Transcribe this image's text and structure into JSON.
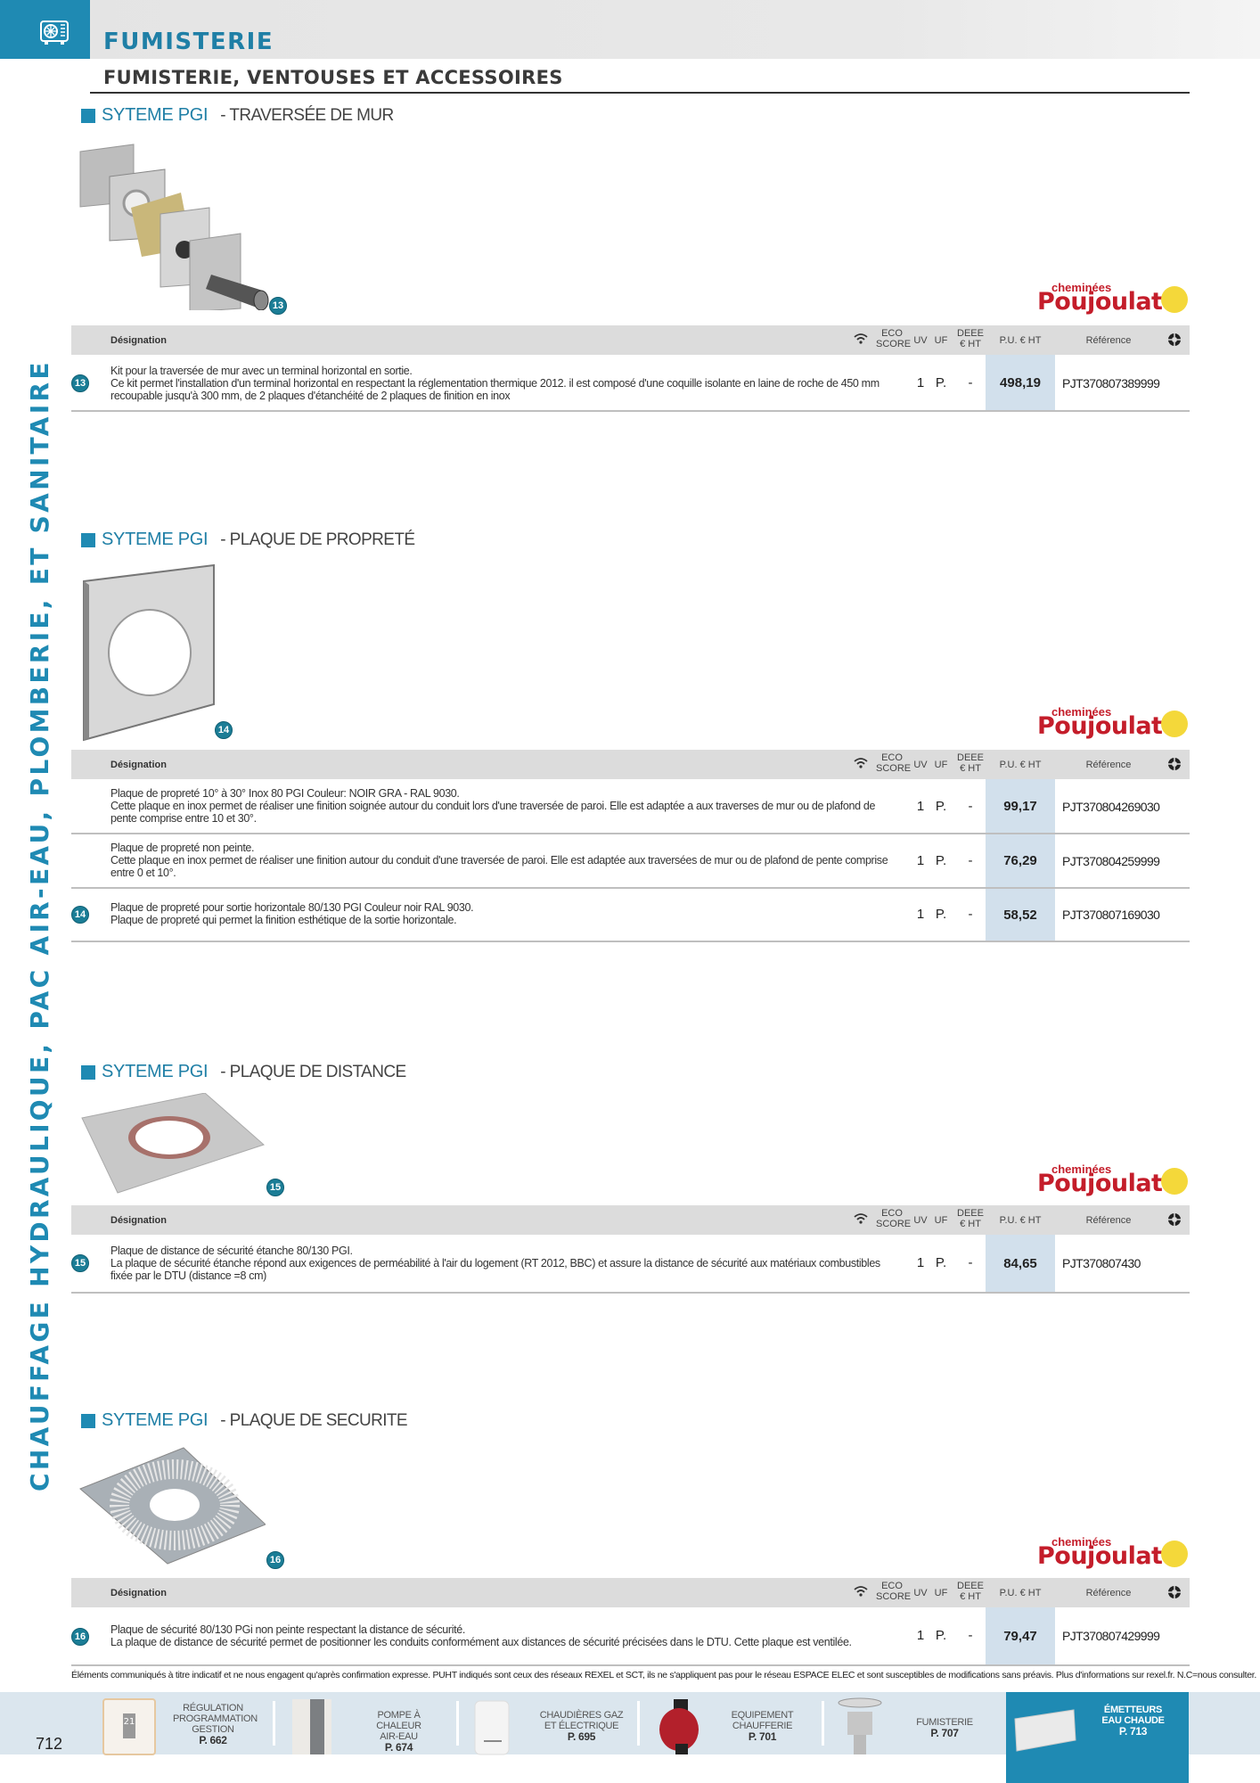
{
  "header": {
    "category": "FUMISTERIE",
    "subtitle": "FUMISTERIE, VENTOUSES ET ACCESSOIRES",
    "icon": "heat-pump-unit-icon"
  },
  "side_title": "CHAUFFAGE HYDRAULIQUE, PAC AIR-EAU, PLOMBERIE, ET SANITAIRE",
  "table_headers": {
    "designation": "Désignation",
    "eco_score_1": "ECO",
    "eco_score_2": "SCORE",
    "uv": "UV",
    "uf": "UF",
    "deee_1": "DEEE",
    "deee_2": "€ HT",
    "pu": "P.U. € HT",
    "reference": "Référence",
    "icons": [
      "wifi-icon",
      "recycle-icon"
    ]
  },
  "brand": {
    "small": "cheminées",
    "big": "Poujoulat"
  },
  "sections": [
    {
      "system": "SYTEME PGI",
      "name": "- TRAVERSÉE DE MUR",
      "badge": "13",
      "rows": [
        {
          "badge": "13",
          "lines": [
            "Kit pour la traversée de mur avec un terminal horizontal en sortie.",
            "Ce kit permet l'installation d'un terminal horizontal en respectant la réglementation thermique 2012. il est composé d'une coquille isolante en laine de roche de 450 mm",
            "recoupable jusqu'à 300 mm, de 2 plaques d'étanchéité de 2 plaques de finition en inox"
          ],
          "uv": "1",
          "uf": "P.",
          "deee": "-",
          "pu": "498,19",
          "ref": "PJT370807389999"
        }
      ]
    },
    {
      "system": "SYTEME PGI",
      "name": "- PLAQUE DE PROPRETÉ",
      "badge": "14",
      "rows": [
        {
          "badge": "",
          "lines": [
            "Plaque de propreté 10° à 30° Inox 80 PGI  Couleur: NOIR GRA - RAL 9030.",
            "Cette plaque en inox permet de réaliser une finition soignée autour du conduit lors d'une traversée de paroi. Elle est adaptée a aux traverses de mur ou de plafond de",
            "pente comprise entre 10 et 30°."
          ],
          "uv": "1",
          "uf": "P.",
          "deee": "-",
          "pu": "99,17",
          "ref": "PJT370804269030"
        },
        {
          "badge": "",
          "lines": [
            "Plaque de propreté non peinte.",
            "Cette plaque en inox permet de réaliser une finition autour du conduit d'une traversée de paroi. Elle est adaptée aux traversées de mur ou de plafond de pente comprise",
            "entre 0 et 10°."
          ],
          "uv": "1",
          "uf": "P.",
          "deee": "-",
          "pu": "76,29",
          "ref": "PJT370804259999"
        },
        {
          "badge": "14",
          "lines": [
            "Plaque de propreté pour sortie horizontale  80/130 PGI Couleur noir RAL 9030.",
            "Plaque de propreté qui permet la finition esthétique de la sortie horizontale."
          ],
          "uv": "1",
          "uf": "P.",
          "deee": "-",
          "pu": "58,52",
          "ref": "PJT370807169030"
        }
      ]
    },
    {
      "system": "SYTEME PGI",
      "name": "- PLAQUE DE DISTANCE",
      "badge": "15",
      "rows": [
        {
          "badge": "15",
          "lines": [
            "Plaque de distance de sécurité étanche 80/130 PGI.",
            "La plaque de sécurité étanche répond aux exigences de perméabilité à l'air du logement (RT 2012, BBC) et assure la distance de sécurité aux matériaux combustibles",
            "fixée par le DTU (distance =8 cm)"
          ],
          "uv": "1",
          "uf": "P.",
          "deee": "-",
          "pu": "84,65",
          "ref": "PJT370807430"
        }
      ]
    },
    {
      "system": "SYTEME PGI",
      "name": "- PLAQUE DE SECURITE",
      "badge": "16",
      "rows": [
        {
          "badge": "16",
          "lines": [
            "Plaque de sécurité 80/130 PGi non peinte respectant la distance de sécurité.",
            "La plaque de distance de sécurité permet de positionner les conduits conformément aux distances de sécurité précisées dans le DTU. Cette plaque est ventilée."
          ],
          "uv": "1",
          "uf": "P.",
          "deee": "-",
          "pu": "79,47",
          "ref": "PJT370807429999"
        }
      ]
    }
  ],
  "disclaimer": "Éléments communiqués à titre indicatif et ne nous engagent qu'après confirmation expresse. PUHT indiqués sont ceux des réseaux REXEL et SCT, ils ne s'appliquent pas pour le réseau ESPACE ELEC et sont susceptibles de modifications sans préavis. Plus d'informations sur rexel.fr. N.C=nous consulter.",
  "footer": {
    "page_number": "712",
    "nav": [
      {
        "l1": "RÉGULATION",
        "l2": "PROGRAMMATION",
        "l3": "GESTION",
        "page": "P. 662"
      },
      {
        "l1": "POMPE À CHALEUR",
        "l2": "AIR-EAU",
        "l3": "",
        "page": "P. 674"
      },
      {
        "l1": "CHAUDIÈRES GAZ",
        "l2": "ET ÉLECTRIQUE",
        "l3": "",
        "page": "P. 695"
      },
      {
        "l1": "EQUIPEMENT",
        "l2": "CHAUFFERIE",
        "l3": "",
        "page": "P. 701"
      },
      {
        "l1": "FUMISTERIE",
        "l2": "",
        "l3": "",
        "page": "P. 707"
      },
      {
        "l1": "ÉMETTEURS",
        "l2": "EAU CHAUDE",
        "l3": "",
        "page": "P. 713"
      }
    ]
  },
  "colors": {
    "accent": "#1f8ab3",
    "price_cell": "#d2e0ec",
    "table_header": "#dcdcdc",
    "brand_red": "#c41d2a",
    "footer_band": "#dbe6ee"
  }
}
